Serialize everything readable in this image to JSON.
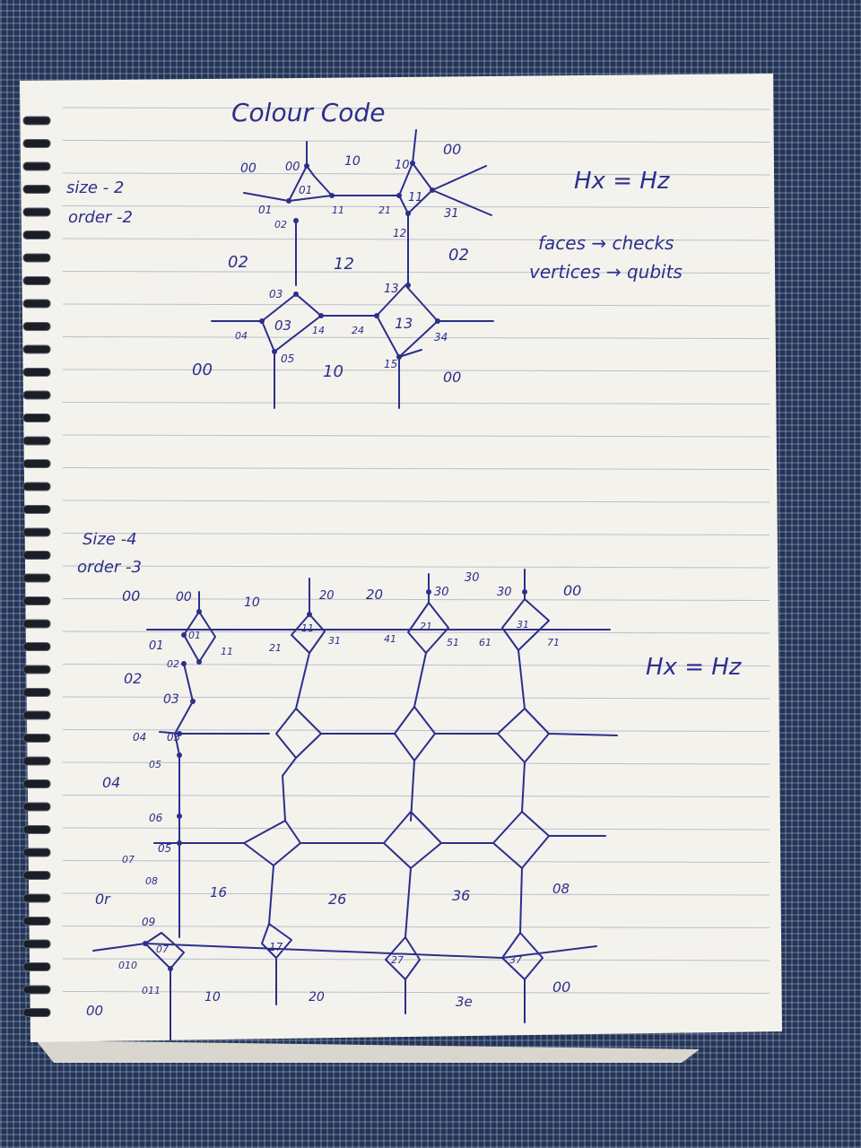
{
  "title": "Colour Code",
  "notes": {
    "size_a": "size - 2",
    "order_a": "order -2",
    "hx_hz_top": "Hx = Hz",
    "faces_checks": "faces → checks",
    "vertices_qubits": "vertices → qubits",
    "size_b": "Size -4",
    "order_b": "order -3",
    "hx_hz_bottom": "Hx = Hz"
  },
  "diagram_a_labels": [
    "00",
    "00",
    "10",
    "10",
    "00",
    "01",
    "11",
    "01",
    "21",
    "31",
    "02",
    "11",
    "12",
    "02",
    "12",
    "02",
    "03",
    "13",
    "03",
    "13",
    "04",
    "14",
    "24",
    "34",
    "05",
    "15",
    "00",
    "10",
    "00"
  ],
  "diagram_b_labels": [
    "00",
    "00",
    "10",
    "20",
    "20",
    "30",
    "30",
    "30",
    "00",
    "01",
    "01",
    "11",
    "21",
    "11",
    "31",
    "41",
    "21",
    "51",
    "61",
    "31",
    "71",
    "02",
    "02",
    "03",
    "03",
    "04",
    "04",
    "05",
    "06",
    "07",
    "05",
    "08",
    "0r",
    "16",
    "26",
    "36",
    "08",
    "09",
    "07",
    "17",
    "27",
    "37",
    "010",
    "011",
    "10",
    "20",
    "3e",
    "00",
    "00"
  ],
  "colors": {
    "ink": "#2b2f8c",
    "paper": "#f4f2ec",
    "fabric": "#233457"
  }
}
